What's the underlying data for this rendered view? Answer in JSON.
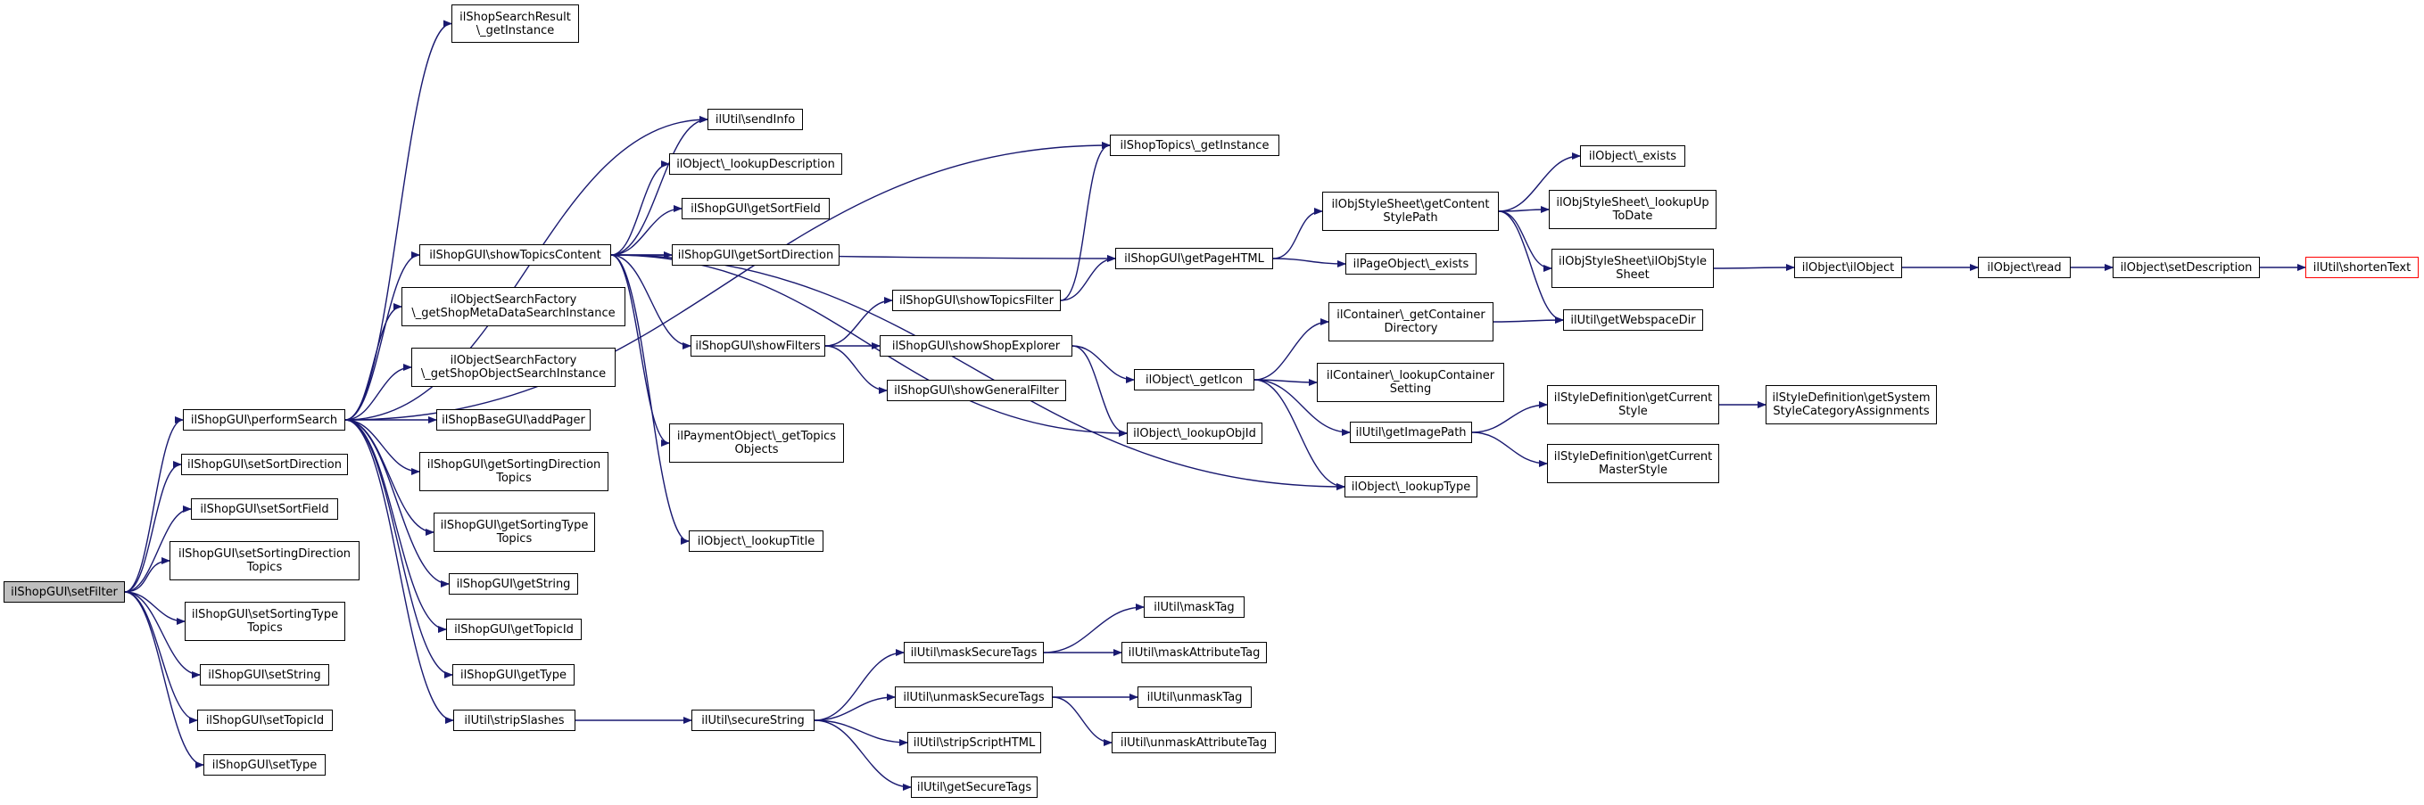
{
  "colors": {
    "edge": "#191970",
    "node_border": "#000000",
    "root_fill": "#bfbfbf",
    "truncated_border": "#ff0000"
  },
  "nodes": {
    "setFilter": "ilShopGUI\\setFilter",
    "performSearch": "ilShopGUI\\performSearch",
    "setSortDirection": "ilShopGUI\\setSortDirection",
    "setSortField": "ilShopGUI\\setSortField",
    "setSortingDirectionTopics": "ilShopGUI\\setSortingDirection\nTopics",
    "setSortingTypeTopics": "ilShopGUI\\setSortingType\nTopics",
    "setString": "ilShopGUI\\setString",
    "setTopicId": "ilShopGUI\\setTopicId",
    "setType": "ilShopGUI\\setType",
    "searchResultGetInstance": "ilShopSearchResult\n\\_getInstance",
    "sendInfo": "ilUtil\\sendInfo",
    "lookupDescription": "ilObject\\_lookupDescription",
    "getSortField": "ilShopGUI\\getSortField",
    "getSortDirection": "ilShopGUI\\getSortDirection",
    "showTopicsContent": "ilShopGUI\\showTopicsContent",
    "metaDataSearch": "ilObjectSearchFactory\n\\_getShopMetaDataSearchInstance",
    "objectSearch": "ilObjectSearchFactory\n\\_getShopObjectSearchInstance",
    "addPager": "ilShopBaseGUI\\addPager",
    "getSortingDirectionTopics": "ilShopGUI\\getSortingDirection\nTopics",
    "getSortingTypeTopics": "ilShopGUI\\getSortingType\nTopics",
    "getString": "ilShopGUI\\getString",
    "getTopicId": "ilShopGUI\\getTopicId",
    "getType": "ilShopGUI\\getType",
    "stripSlashes": "ilUtil\\stripSlashes",
    "showFilters": "ilShopGUI\\showFilters",
    "paymentTopics": "ilPaymentObject\\_getTopics\nObjects",
    "lookupTitle": "ilObject\\_lookupTitle",
    "showTopicsFilter": "ilShopGUI\\showTopicsFilter",
    "showShopExplorer": "ilShopGUI\\showShopExplorer",
    "showGeneralFilter": "ilShopGUI\\showGeneralFilter",
    "topicsGetInstance": "ilShopTopics\\_getInstance",
    "getPageHTML": "ilShopGUI\\getPageHTML",
    "getIcon": "ilObject\\_getIcon",
    "lookupObjId": "ilObject\\_lookupObjId",
    "containerDirectory": "ilContainer\\_getContainer\nDirectory",
    "containerSetting": "ilContainer\\_lookupContainer\nSetting",
    "getImagePath": "ilUtil\\getImagePath",
    "lookupType": "ilObject\\_lookupType",
    "contentStylePath": "ilObjStyleSheet\\getContent\nStylePath",
    "pageObjectExists": "ilPageObject\\_exists",
    "objectExists": "ilObject\\_exists",
    "lookupUpToDate": "ilObjStyleSheet\\_lookupUp\nToDate",
    "ilObjStyleSheet": "ilObjStyleSheet\\ilObjStyle\nSheet",
    "getWebspaceDir": "ilUtil\\getWebspaceDir",
    "ilObject": "ilObject\\ilObject",
    "read": "ilObject\\read",
    "setDescription": "ilObject\\setDescription",
    "shortenText": "ilUtil\\shortenText",
    "getCurrentStyle": "ilStyleDefinition\\getCurrent\nStyle",
    "getCurrentMasterStyle": "ilStyleDefinition\\getCurrent\nMasterStyle",
    "getSystemStyle": "ilStyleDefinition\\getSystem\nStyleCategoryAssignments",
    "secureString": "ilUtil\\secureString",
    "maskSecureTags": "ilUtil\\maskSecureTags",
    "unmaskSecureTags": "ilUtil\\unmaskSecureTags",
    "stripScriptHTML": "ilUtil\\stripScriptHTML",
    "getSecureTags": "ilUtil\\getSecureTags",
    "maskTag": "ilUtil\\maskTag",
    "maskAttributeTag": "ilUtil\\maskAttributeTag",
    "unmaskTag": "ilUtil\\unmaskTag",
    "unmaskAttributeTag": "ilUtil\\unmaskAttributeTag"
  }
}
